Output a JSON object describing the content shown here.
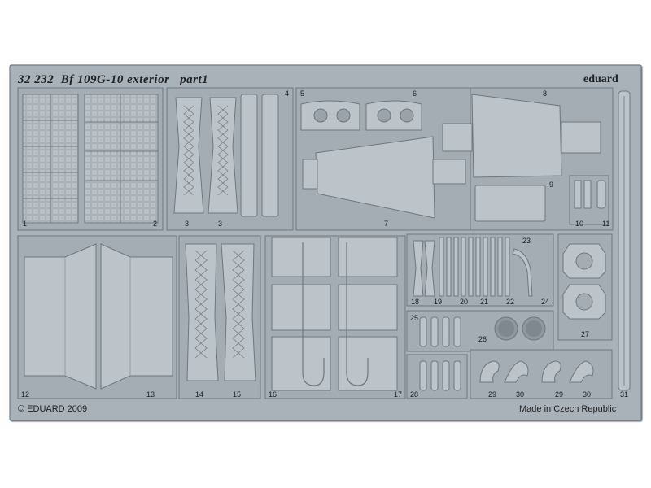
{
  "sheet": {
    "code": "32 232",
    "title": "Bf 109G-10 exterior",
    "part": "part1",
    "brand": "eduard",
    "copyright": "© EDUARD 2009",
    "origin": "Made in Czech Republic"
  },
  "part_numbers": [
    "1",
    "2",
    "3",
    "3",
    "4",
    "5",
    "6",
    "7",
    "8",
    "9",
    "10",
    "11",
    "12",
    "13",
    "14",
    "15",
    "16",
    "17",
    "18",
    "19",
    "20",
    "21",
    "22",
    "23",
    "24",
    "25",
    "26",
    "27",
    "28",
    "29",
    "30",
    "29",
    "30",
    "31"
  ],
  "colors": {
    "fret": "#a9b2b9",
    "part_light": "#bcc4ca",
    "part_mid": "#9aa3aa",
    "edge_dark": "#6e777e",
    "text": "#1e1e1e"
  }
}
